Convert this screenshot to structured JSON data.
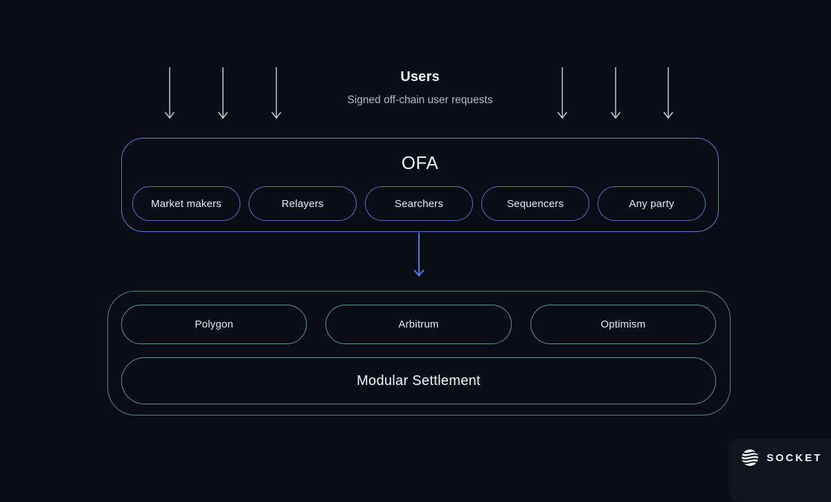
{
  "colors": {
    "background": "#0a0d17",
    "accent_blue_border": "#5b7ed2",
    "accent_blue_arrow": "#4d7ce8",
    "accent_green_border": "#5f9b78",
    "arrow_gray": "#c6cad3",
    "text_primary": "#f4f5f7",
    "text_secondary": "#b7bbc6",
    "brand_chip_background": "#10141f"
  },
  "icons": {
    "user_flow": "down-arrow-icon",
    "ofa_to_settlement": "down-arrow-icon",
    "brand": "socket-sphere-icon"
  },
  "users_section": {
    "title": "Users",
    "subtitle": "Signed off-chain user requests"
  },
  "ofa_box": {
    "title": "OFA",
    "pills": [
      "Market makers",
      "Relayers",
      "Searchers",
      "Sequencers",
      "Any party"
    ]
  },
  "settlement_box": {
    "chains": [
      "Polygon",
      "Arbitrum",
      "Optimism"
    ],
    "settlement_label": "Modular Settlement"
  },
  "branding": {
    "logo_text": "SOCKET"
  }
}
